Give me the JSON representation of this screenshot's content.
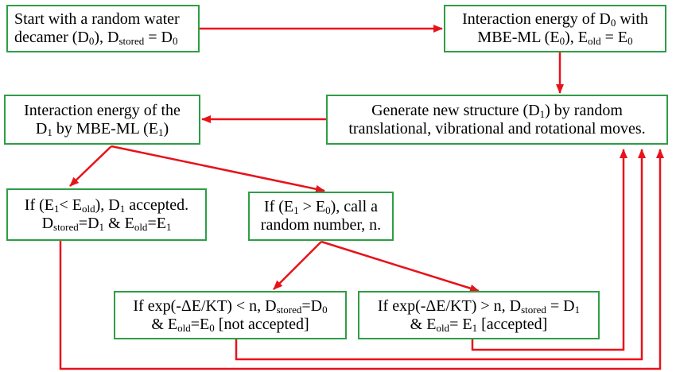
{
  "colors": {
    "box_border": "#2e9e45",
    "arrow": "#e8121b",
    "text": "#000000"
  },
  "boxes": {
    "start": {
      "lines": [
        [
          {
            "t": "Start with a random water"
          }
        ],
        [
          {
            "t": "decamer (D"
          },
          {
            "s": "0"
          },
          {
            "t": "), D"
          },
          {
            "s": "stored"
          },
          {
            "t": " = D"
          },
          {
            "s": "0"
          }
        ]
      ]
    },
    "energy_d0": {
      "lines": [
        [
          {
            "t": "Interaction energy of D"
          },
          {
            "s": "0"
          },
          {
            "t": " with"
          }
        ],
        [
          {
            "t": "MBE-ML (E"
          },
          {
            "s": "0"
          },
          {
            "t": "), E"
          },
          {
            "s": "old"
          },
          {
            "t": " = E"
          },
          {
            "s": "0"
          }
        ]
      ]
    },
    "generate": {
      "lines": [
        [
          {
            "t": "Generate new structure (D"
          },
          {
            "s": "1"
          },
          {
            "t": ")  by random"
          }
        ],
        [
          {
            "t": "translational, vibrational and rotational moves."
          }
        ]
      ]
    },
    "energy_d1": {
      "lines": [
        [
          {
            "t": "Interaction energy of the"
          }
        ],
        [
          {
            "t": "D"
          },
          {
            "s": "1"
          },
          {
            "t": " by MBE-ML (E"
          },
          {
            "s": "1"
          },
          {
            "t": ")"
          }
        ]
      ]
    },
    "accept_lower": {
      "lines": [
        [
          {
            "t": "If (E"
          },
          {
            "s": "1"
          },
          {
            "t": "< E"
          },
          {
            "s": "old"
          },
          {
            "t": "), D"
          },
          {
            "s": "1"
          },
          {
            "t": " accepted."
          }
        ],
        [
          {
            "t": "D"
          },
          {
            "s": "stored"
          },
          {
            "t": "=D"
          },
          {
            "s": "1"
          },
          {
            "t": "  & E"
          },
          {
            "s": "old"
          },
          {
            "t": "=E"
          },
          {
            "s": "1"
          }
        ]
      ]
    },
    "random_number": {
      "lines": [
        [
          {
            "t": "If (E"
          },
          {
            "s": "1"
          },
          {
            "t": " > E"
          },
          {
            "s": "0"
          },
          {
            "t": "), call a"
          }
        ],
        [
          {
            "t": "random number, n."
          }
        ]
      ]
    },
    "reject": {
      "lines": [
        [
          {
            "t": "If exp(-ΔE/KT) < n, D"
          },
          {
            "s": "stored"
          },
          {
            "t": "=D"
          },
          {
            "s": "0"
          }
        ],
        [
          {
            "t": "& E"
          },
          {
            "s": "old"
          },
          {
            "t": "=E"
          },
          {
            "s": "0"
          },
          {
            "t": " [not accepted]"
          }
        ]
      ]
    },
    "accept_metropolis": {
      "lines": [
        [
          {
            "t": "If exp(-ΔE/KT) > n, D"
          },
          {
            "s": "stored"
          },
          {
            "t": " = D"
          },
          {
            "s": "1"
          }
        ],
        [
          {
            "t": "& E"
          },
          {
            "s": "old"
          },
          {
            "t": "= E"
          },
          {
            "s": "1"
          },
          {
            "t": " [accepted]"
          }
        ]
      ]
    }
  }
}
